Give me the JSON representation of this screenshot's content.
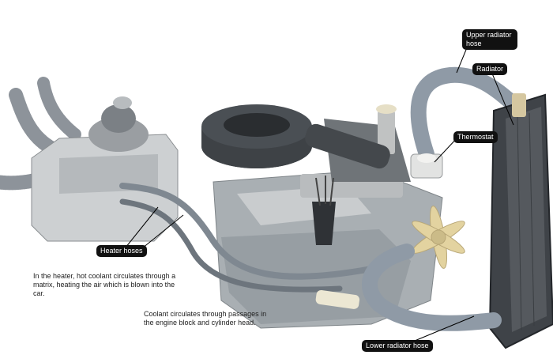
{
  "labels": {
    "upper_radiator_hose": "Upper radiator hose",
    "radiator": "Radiator",
    "thermostat": "Thermostat",
    "heater_hoses": "Heater hoses",
    "lower_radiator_hose": "Lower radiator hose"
  },
  "notes": {
    "heater": "In the heater, hot coolant circulates through a matrix, heating the air which is blown into the car.",
    "engine": "Coolant circulates through passages in the engine block and cylinder head."
  },
  "colors": {
    "hose": "#8f9aa6",
    "engine_block": "#a9afb3",
    "air_cleaner": "#3e4246",
    "radiator": "#3f4348",
    "fan": "#e3d3a0",
    "label_bg": "#111111"
  }
}
